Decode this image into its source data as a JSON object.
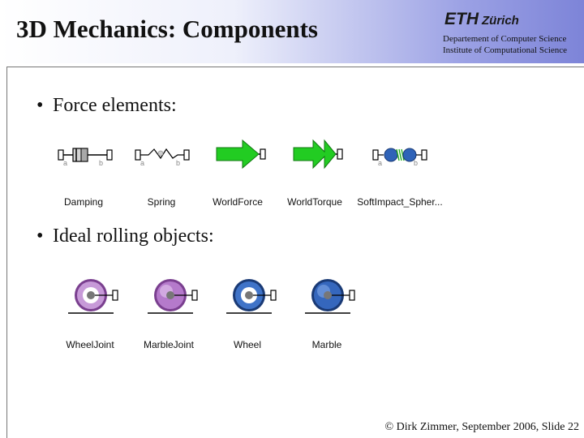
{
  "header": {
    "title": "3D Mechanics: Components",
    "eth_big": "ETH",
    "eth_small": "Zürich",
    "dept_line1": "Departement of Computer Science",
    "dept_line2": "Institute of Computational Science"
  },
  "bullets": [
    {
      "symbol": "•",
      "text": "Force elements:"
    },
    {
      "symbol": "•",
      "text": "Ideal rolling objects:"
    }
  ],
  "force_elements": [
    {
      "label": "Damping",
      "port_a": "a",
      "port_b": "b",
      "icon": "damper-icon"
    },
    {
      "label": "Spring",
      "port_a": "a",
      "port_b": "b",
      "icon": "spring-icon"
    },
    {
      "label": "WorldForce",
      "icon": "world-force-arrow-icon"
    },
    {
      "label": "WorldTorque",
      "icon": "world-torque-arrow-icon"
    },
    {
      "label": "SoftImpact_Spher...",
      "port_a": "a",
      "port_b": "b",
      "icon": "soft-impact-spheres-icon"
    }
  ],
  "rolling_objects": [
    {
      "label": "WheelJoint",
      "icon": "wheel-joint-icon"
    },
    {
      "label": "MarbleJoint",
      "icon": "marble-joint-icon"
    },
    {
      "label": "Wheel",
      "icon": "wheel-icon"
    },
    {
      "label": "Marble",
      "icon": "marble-icon"
    }
  ],
  "colors": {
    "force_green": "#22cc22",
    "purple": "#9b5fb8",
    "blue": "#2f63b8"
  },
  "footer": {
    "text": "© Dirk Zimmer, September 2006, Slide 22"
  }
}
